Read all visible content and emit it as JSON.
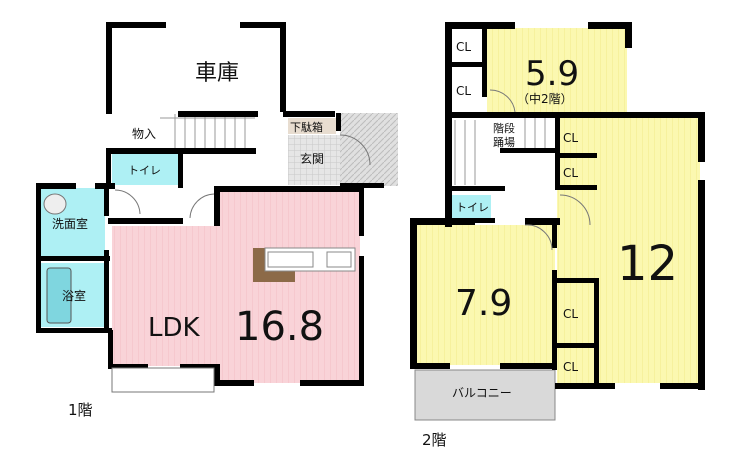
{
  "floor1": {
    "label": "1階",
    "rooms": {
      "garage": "車庫",
      "storage": "物入",
      "shoe_cabinet": "下駄箱",
      "entrance": "玄関",
      "toilet": "トイレ",
      "washroom": "洗面室",
      "bathroom": "浴室",
      "ldk_label": "LDK",
      "ldk_size": "16.8"
    }
  },
  "floor2": {
    "label": "2階",
    "rooms": {
      "room_mezzanine_size": "5.9",
      "room_mezzanine_note": "（中2階）",
      "landing_line1": "階段",
      "landing_line2": "踊場",
      "toilet": "トイレ",
      "room_large_size": "12",
      "room_small_size": "7.9",
      "balcony": "バルコニー",
      "closet": "CL"
    }
  },
  "colors": {
    "ldk": "#f9d3d8",
    "wet": "#aef0f4",
    "bedroom": "#fbf8b0",
    "wall": "#000000",
    "kitchen": "#8c6a48",
    "balcony": "#d9d9d9"
  }
}
